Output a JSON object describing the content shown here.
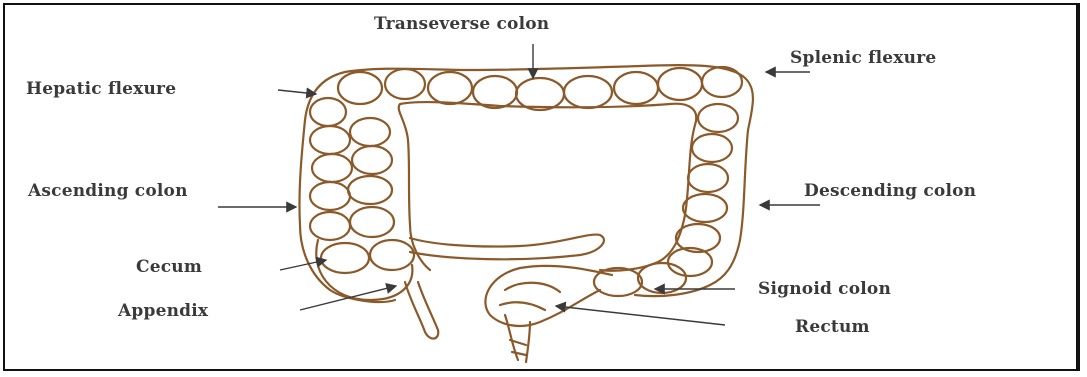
{
  "figure": {
    "subject": "large-intestine",
    "outline_color": "#8b5a2b",
    "label_color": "#3a3a3a",
    "labels": {
      "transverse": "Transeverse colon",
      "splenic": "Splenic flexure",
      "hepatic": "Hepatic flexure",
      "ascending": "Ascending colon",
      "descending": "Descending colon",
      "cecum": "Cecum",
      "appendix": "Appendix",
      "sigmoid": "Signoid colon",
      "rectum": "Rectum"
    }
  }
}
